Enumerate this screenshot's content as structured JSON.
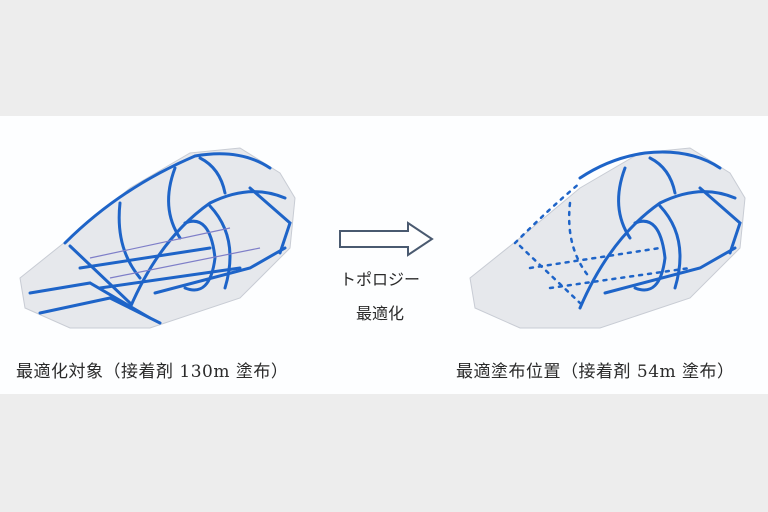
{
  "figure": {
    "left": {
      "caption": "最適化対象（接着剤 130m 塗布）",
      "image": "car-body-frame-dense-adhesive",
      "line_color": "#1e64c8"
    },
    "arrow": {
      "icon": "right-arrow-icon",
      "label_line1": "トポロジー",
      "label_line2": "最適化",
      "stroke_color": "#4a5a70"
    },
    "right": {
      "caption": "最適塗布位置（接着剤 54m 塗布）",
      "image": "car-body-frame-optimized-adhesive",
      "line_color": "#1e64c8"
    }
  }
}
